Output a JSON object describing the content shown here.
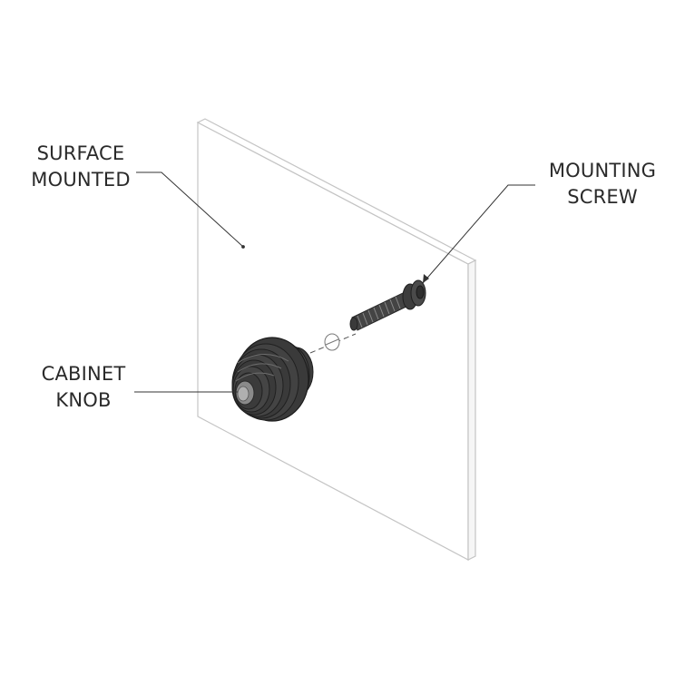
{
  "labels": {
    "surface": {
      "line1": "SURFACE",
      "line2": "MOUNTED"
    },
    "screw": {
      "line1": "MOUNTING",
      "line2": "SCREW"
    },
    "knob": {
      "line1": "CABINET",
      "line2": "KNOB"
    }
  },
  "colors": {
    "text": "#2a2a2a",
    "panel_stroke": "#c8c8c8",
    "hardware": "#3a3a3a",
    "leader": "#333333"
  }
}
